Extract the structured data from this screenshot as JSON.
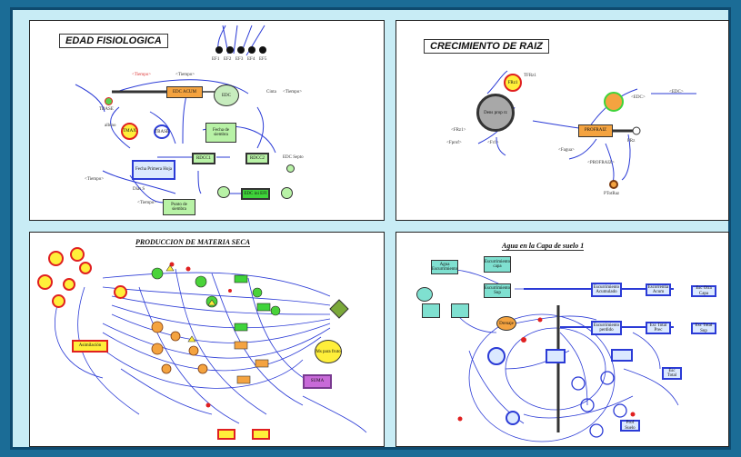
{
  "colors": {
    "frame": "#1b6c96",
    "backdrop": "#c8ecf5",
    "flow": "#2b3bd6",
    "stock_green": "#b8f2a6",
    "stock_blue": "#dbe9ff",
    "orange": "#f4a340",
    "yellow": "#ffef3a",
    "red_border": "#e02020",
    "teal": "#7fe0d0",
    "magenta": "#c86ad8"
  },
  "panels": {
    "edad": {
      "title": "EDAD FISIOLOGICA",
      "labels": {
        "tiempo": "<Tiempo>",
        "tiempo2": "<Tiempo>",
        "edc_acum": "EDC ACUM",
        "edc": "EDC",
        "cinta": "Cinta",
        "tiempo3": "<Tiempo>",
        "tbase": "TBASE",
        "tbase_out": "TBASE",
        "albino": "albino",
        "tmax": "TMAX",
        "fecha_siembra": "Fecha de siembra",
        "fecha_primera": "Fecha Primera Hoja",
        "rdcc1": "RDCC1",
        "rdcc2": "RDCC2",
        "edc_sep": "EDC Septo",
        "punto_siembra": "Punto de siembra",
        "edc_ini": "EDC ini EFI",
        "tiempo4": "<Tiempo>",
        "tiempo5": "<Tiempo>",
        "dias_s": "Días S",
        "ef1": "EF1",
        "ef2": "EF2",
        "ef3": "EF3",
        "ef4": "EF4",
        "ef5": "EF5"
      }
    },
    "crecimiento": {
      "title": "CRECIMIENTO DE RAIZ",
      "labels": {
        "tfrz": "TFRz1",
        "frz": "FRz1",
        "dens": "Dens prop rz",
        "prof": "PROFRAIZ",
        "prz": "PRz",
        "edc": "<EDC>",
        "ffrz": "<FRz1>",
        "fprof": "<Fprof>",
        "fr": "<Fr1>",
        "fagua": "<Fagua>",
        "profraiz": "<PROFRAIZ>",
        "pt": "PTotRaz",
        "edc2": "<EDC>"
      }
    },
    "produccion": {
      "title": "PRODUCCION DE MATERIA SECA",
      "labels": {
        "asimilacion": "Asimilación",
        "ms": "Ms para fruto",
        "suma": "SUMA"
      }
    },
    "agua": {
      "title": "Agua en la Capa de suelo 1",
      "labels": {
        "agua_esc": "Agua Escurrimiento",
        "esc_capa": "Escurrimiento capa",
        "esc_sup": "Escurrimiento Sup",
        "escorr1": "Escurrimiento Acumulado",
        "escorr2": "Escorrentía Acum",
        "escorr3": "Esc Otra Capa",
        "escorr4": "Esc Total",
        "evap1": "Escurrimiento perdido",
        "evap2": "Esc Total Prec",
        "evap3": "Esc Total Sup",
        "drain": "Drenaje",
        "prof": "Prof Suelo"
      }
    }
  }
}
